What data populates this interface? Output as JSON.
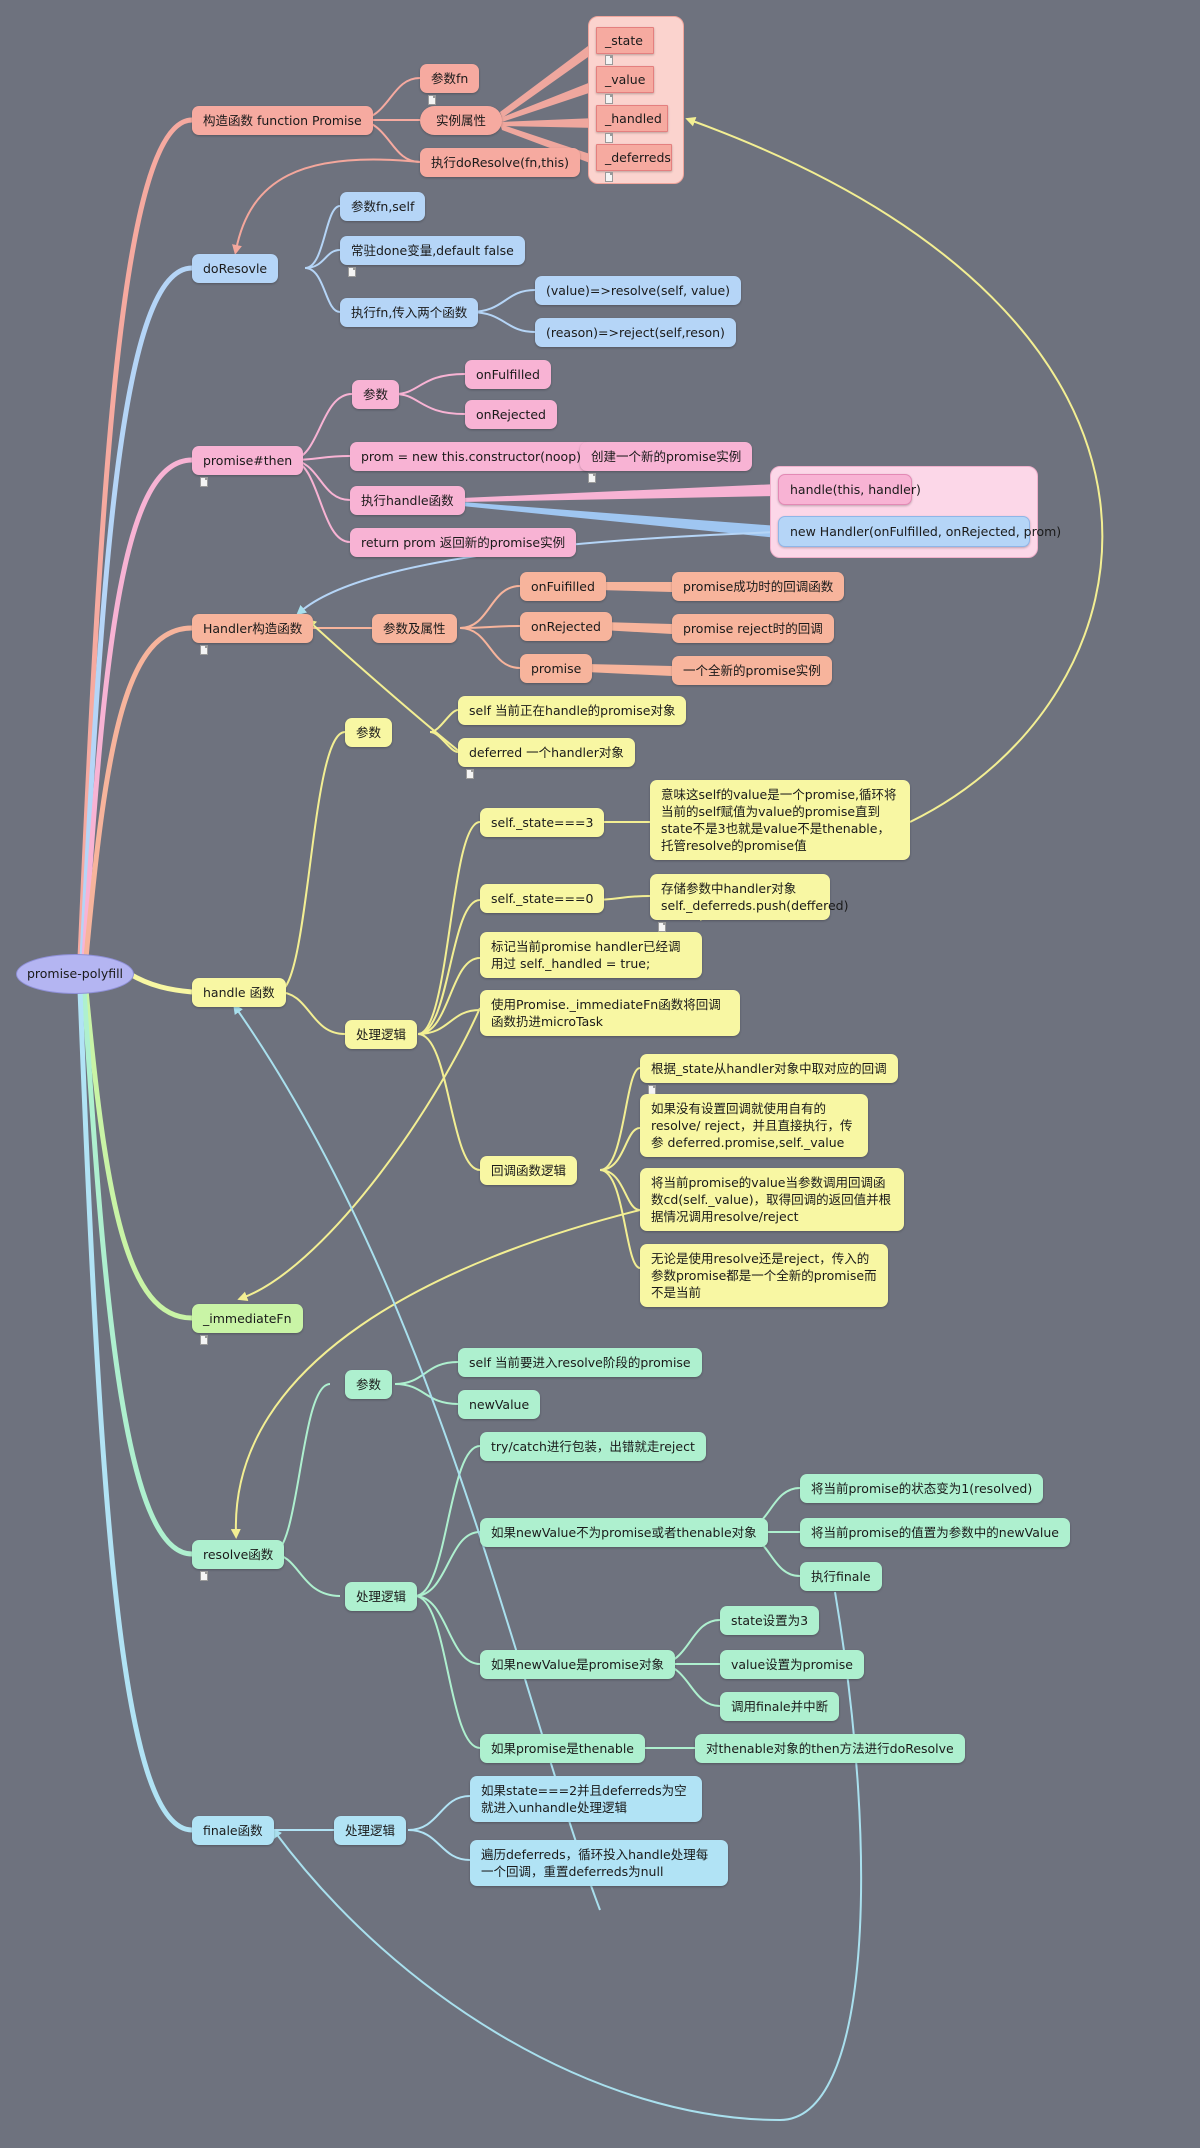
{
  "root": "promise-polyfill",
  "nodes": {
    "ctor": "构造函数 function Promise",
    "ctor_param": "参数fn",
    "ctor_props": "实例属性",
    "ctor_exec": "执行doResolve(fn,this)",
    "state": "_state",
    "value": "_value",
    "handled": "_handled",
    "deferreds": "_deferreds",
    "doresolve": "doResovle",
    "dr_param": "参数fn,self",
    "dr_done": "常驻done变量,default false",
    "dr_exec": "执行fn,传入两个函数",
    "dr_resolve": "(value)=>resolve(self, value)",
    "dr_reject": "(reason)=>reject(self,reson)",
    "then": "promise#then",
    "then_param": "参数",
    "then_onf": "onFulfilled",
    "then_onr": "onRejected",
    "then_prom": "prom = new this.constructor(noop)",
    "then_prom_note": "创建一个新的promise实例",
    "then_handle": "执行handle函数",
    "then_return": "return prom 返回新的promise实例",
    "handle_call": "handle(this, handler)",
    "new_handler": "new Handler(onFulfilled, onRejected, prom)",
    "handler_ctor": "Handler构造函数",
    "hc_params": "参数及属性",
    "hc_onf": "onFuifilled",
    "hc_onr": "onRejected",
    "hc_promise": "promise",
    "hc_onf_desc": "promise成功时的回调函数",
    "hc_onr_desc": "promise reject时的回调",
    "hc_promise_desc": "一个全新的promise实例",
    "handle": "handle 函数",
    "h_param": "参数",
    "h_self": "self 当前正在handle的promise对象",
    "h_deferred": "deferred 一个handler对象",
    "h_logic": "处理逻辑",
    "h_state3": "self._state===3",
    "h_state3_desc": "意味这self的value是一个promise,循环将当前的self赋值为value的promise直到state不是3也就是value不是thenable，托管resolve的promise值",
    "h_state0": "self._state===0",
    "h_state0_desc": "存储参数中handler对象 self._deferreds.push(deffered)",
    "h_mark": "标记当前promise handler已经调用过 self._handled = true;",
    "h_immediate": "使用Promise._immediateFn函数将回调函数扔进microTask",
    "h_cb": "回调函数逻辑",
    "h_cb1": "根据_state从handler对象中取对应的回调",
    "h_cb2": "如果没有设置回调就使用自有的resolve/ reject，并且直接执行，传参 deferred.promise,self._value",
    "h_cb3": "将当前promise的value当参数调用回调函数cd(self._value)，取得回调的返回值并根据情况调用resolve/reject",
    "h_cb4": "无论是使用resolve还是reject，传入的参数promise都是一个全新的promise而不是当前",
    "immediate": "_immediateFn",
    "resolve": "resolve函数",
    "r_param": "参数",
    "r_self": "self 当前要进入resolve阶段的promise",
    "r_newvalue": "newValue",
    "r_logic": "处理逻辑",
    "r_try": "try/catch进行包装，出错就走reject",
    "r_notpromise": "如果newValue不为promise或者thenable对象",
    "r_np1": "将当前promise的状态变为1(resolved)",
    "r_np2": "将当前promise的值置为参数中的newValue",
    "r_np3": "执行finale",
    "r_ispromise": "如果newValue是promise对象",
    "r_ip1": "state设置为3",
    "r_ip2": "value设置为promise",
    "r_ip3": "调用finale并中断",
    "r_thenable": "如果promise是thenable",
    "r_thenable_desc": "对thenable对象的then方法进行doResolve",
    "finale": "finale函数",
    "f_logic": "处理逻辑",
    "f_1": "如果state===2并且deferreds为空就进入unhandle处理逻辑",
    "f_2": "遍历deferreds，循环投入handle处理每一个回调，重置deferreds为null"
  },
  "colors": {
    "background": "#6e727e",
    "root": "#b4b5f2",
    "ctor": "#f6aaa0",
    "doresolve": "#b5d5f7",
    "then": "#f8b3d4",
    "handler": "#f7b49c",
    "handle": "#f8f7a3",
    "immediate": "#c9f4a6",
    "resolve": "#aef0cf",
    "finale": "#b1e3f5"
  }
}
